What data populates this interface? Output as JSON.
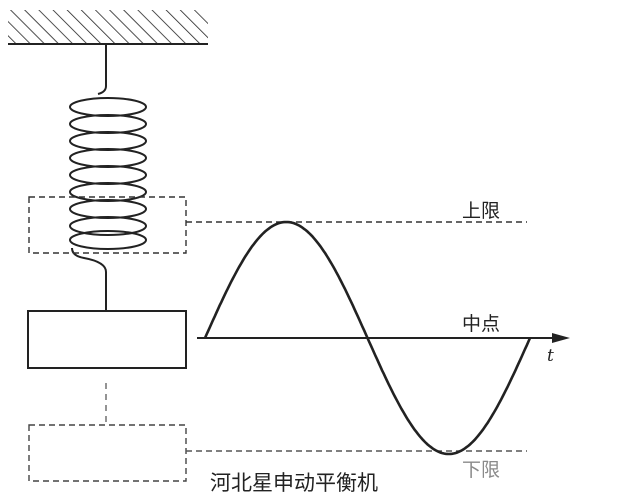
{
  "labels": {
    "upper_limit": "上限",
    "center": "中点",
    "lower_limit": "下限",
    "time_axis": "t"
  },
  "caption": "河北星申动平衡机",
  "colors": {
    "ink": "#222222",
    "faint": "#8a8a8a",
    "background": "#ffffff"
  },
  "icons": {
    "arrowhead": "triangle-arrow-icon"
  }
}
